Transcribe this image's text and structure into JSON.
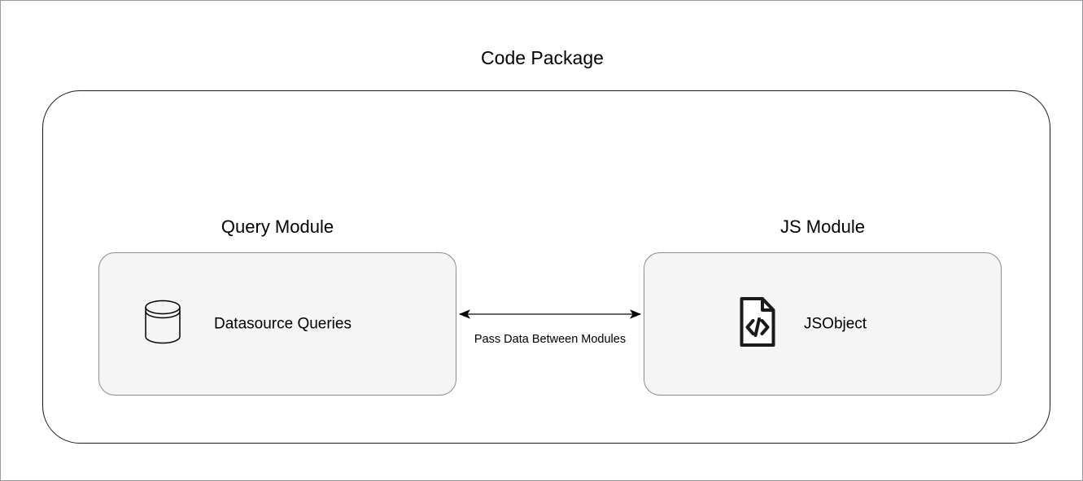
{
  "diagram": {
    "title": "Code Package",
    "modules": [
      {
        "label": "Query Module",
        "node_label": "Datasource Queries",
        "icon": "database-icon"
      },
      {
        "label": "JS Module",
        "node_label": "JSObject",
        "icon": "code-file-icon"
      }
    ],
    "connector": {
      "label": "Pass Data Between Modules",
      "style": "bidirectional-arrow"
    },
    "colors": {
      "canvas_background": "#ffffff",
      "module_fill": "#f5f5f5",
      "module_border": "#8c8c8c",
      "package_border": "#1a1a1a",
      "connector_line": "#666666",
      "text": "#000000"
    }
  }
}
